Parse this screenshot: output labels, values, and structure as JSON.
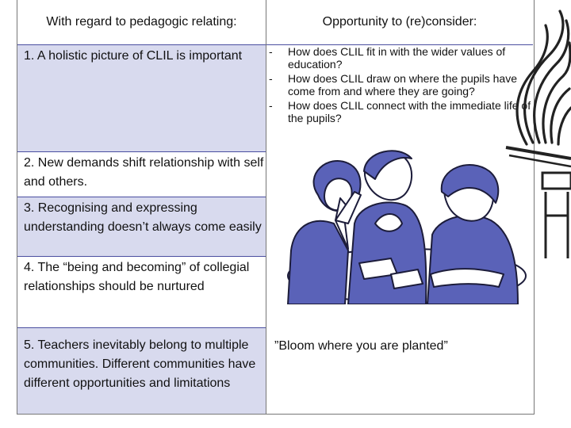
{
  "header": {
    "left": "With regard to pedagogic relating:",
    "right": "Opportunity to (re)consider:"
  },
  "rows": [
    "1. A holistic picture of CLIL is important",
    "2. New demands shift relationship with self and others.",
    "3. Recognising and expressing understanding doesn’t always come easily",
    "4. The “being and becoming” of collegial relationships should be nurtured",
    "5. Teachers inevitably belong to multiple communities. Different communities have different opportunities and limitations"
  ],
  "questions": [
    "How does CLIL fit in with the wider values of education?",
    "How does CLIL draw on where the pupils have come from and where they are going?",
    "How does CLIL connect with the immediate life of the pupils?"
  ],
  "quote": "”Bloom where you are planted”",
  "colors": {
    "row_shade": "#d8daee",
    "rule": "#4a4ea0",
    "clipart_blue": "#5a62b8"
  },
  "icons": {
    "clipart": "teachers-discussion-illustration",
    "logo": "torch-flame-logo"
  }
}
